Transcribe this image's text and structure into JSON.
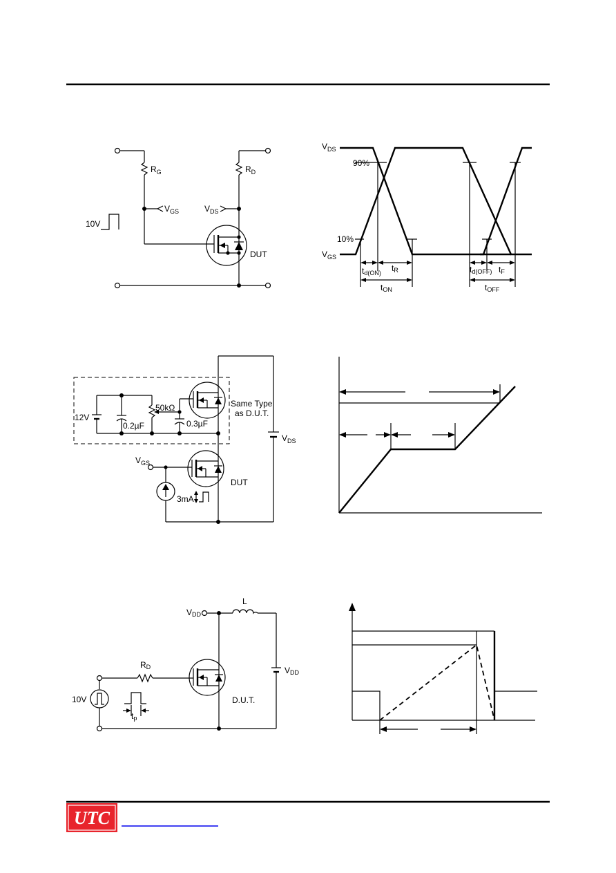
{
  "fig1": {
    "rg": "R",
    "rg_sub": "G",
    "rd": "R",
    "rd_sub": "D",
    "vgs": "V",
    "vgs_sub": "GS",
    "vds": "V",
    "vds_sub": "DS",
    "pulse": "10V",
    "dut": "DUT"
  },
  "fig2": {
    "vds": "V",
    "vds_sub": "DS",
    "vgs": "V",
    "vgs_sub": "GS",
    "p90": "90%",
    "p10": "10%",
    "tdon": "t",
    "tdon_sub": "d(ON)",
    "tr": "t",
    "tr_sub": "R",
    "ton": "t",
    "ton_sub": "ON",
    "tdoff": "t",
    "tdoff_sub": "d(OFF)",
    "tf": "t",
    "tf_sub": "F",
    "toff": "t",
    "toff_sub": "OFF"
  },
  "fig3": {
    "v12": "12V",
    "c02": "0.2µF",
    "r50k": "50kΩ",
    "c03": "0.3µF",
    "same_type_1": "Same Type",
    "same_type_2": "as D.U.T.",
    "vds": "V",
    "vds_sub": "DS",
    "vgs": "V",
    "vgs_sub": "GS",
    "dut": "DUT",
    "i3ma": "3mA"
  },
  "fig5": {
    "vdd_in": "V",
    "vdd_in_sub": "DD",
    "l": "L",
    "rd": "R",
    "rd_sub": "D",
    "v10": "10V",
    "tp": "t",
    "tp_sub": "p",
    "vdd": "V",
    "vdd_sub": "DD",
    "dut": "D.U.T."
  },
  "footer": {
    "logo": "UTC",
    "logo_color": "#e8242c"
  }
}
